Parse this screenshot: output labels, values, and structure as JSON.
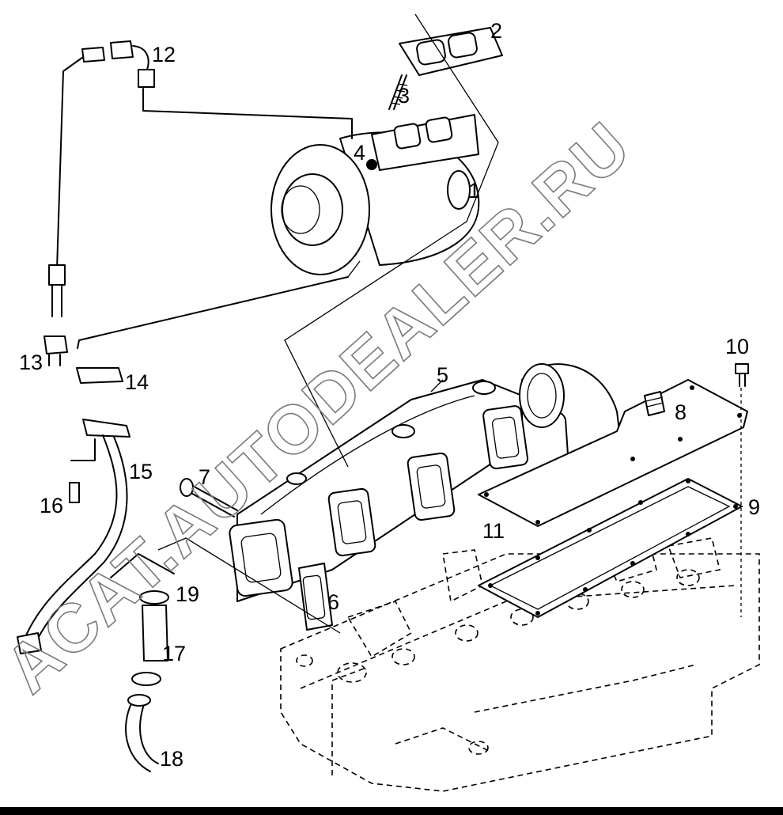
{
  "diagram": {
    "callouts": [
      "1",
      "2",
      "3",
      "4",
      "5",
      "6",
      "7",
      "8",
      "9",
      "10",
      "11",
      "12",
      "13",
      "14",
      "15",
      "16",
      "17",
      "18",
      "19"
    ],
    "watermark": "ACAT.AUTODEALER.RU"
  }
}
